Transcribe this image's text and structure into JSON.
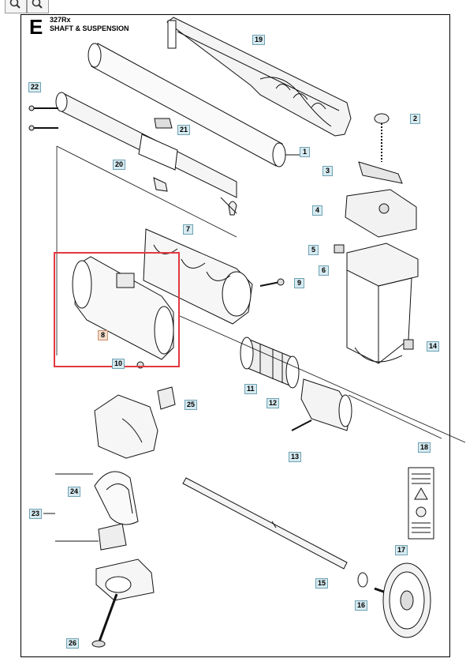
{
  "toolbar": {
    "zoom_in_icon": "zoom-in-icon",
    "zoom_out_icon": "zoom-out-icon"
  },
  "diagram": {
    "section_letter": "E",
    "model": "327Rx",
    "title": "SHAFT & SUSPENSION",
    "highlight_color": "#e2383f",
    "callout_bg": "#d6eaf0"
  },
  "callouts": [
    "1",
    "2",
    "3",
    "4",
    "5",
    "6",
    "7",
    "8",
    "9",
    "10",
    "11",
    "12",
    "13",
    "14",
    "15",
    "16",
    "17",
    "18",
    "19",
    "20",
    "21",
    "22",
    "23",
    "24",
    "25",
    "26"
  ],
  "highlighted_callout": "8"
}
